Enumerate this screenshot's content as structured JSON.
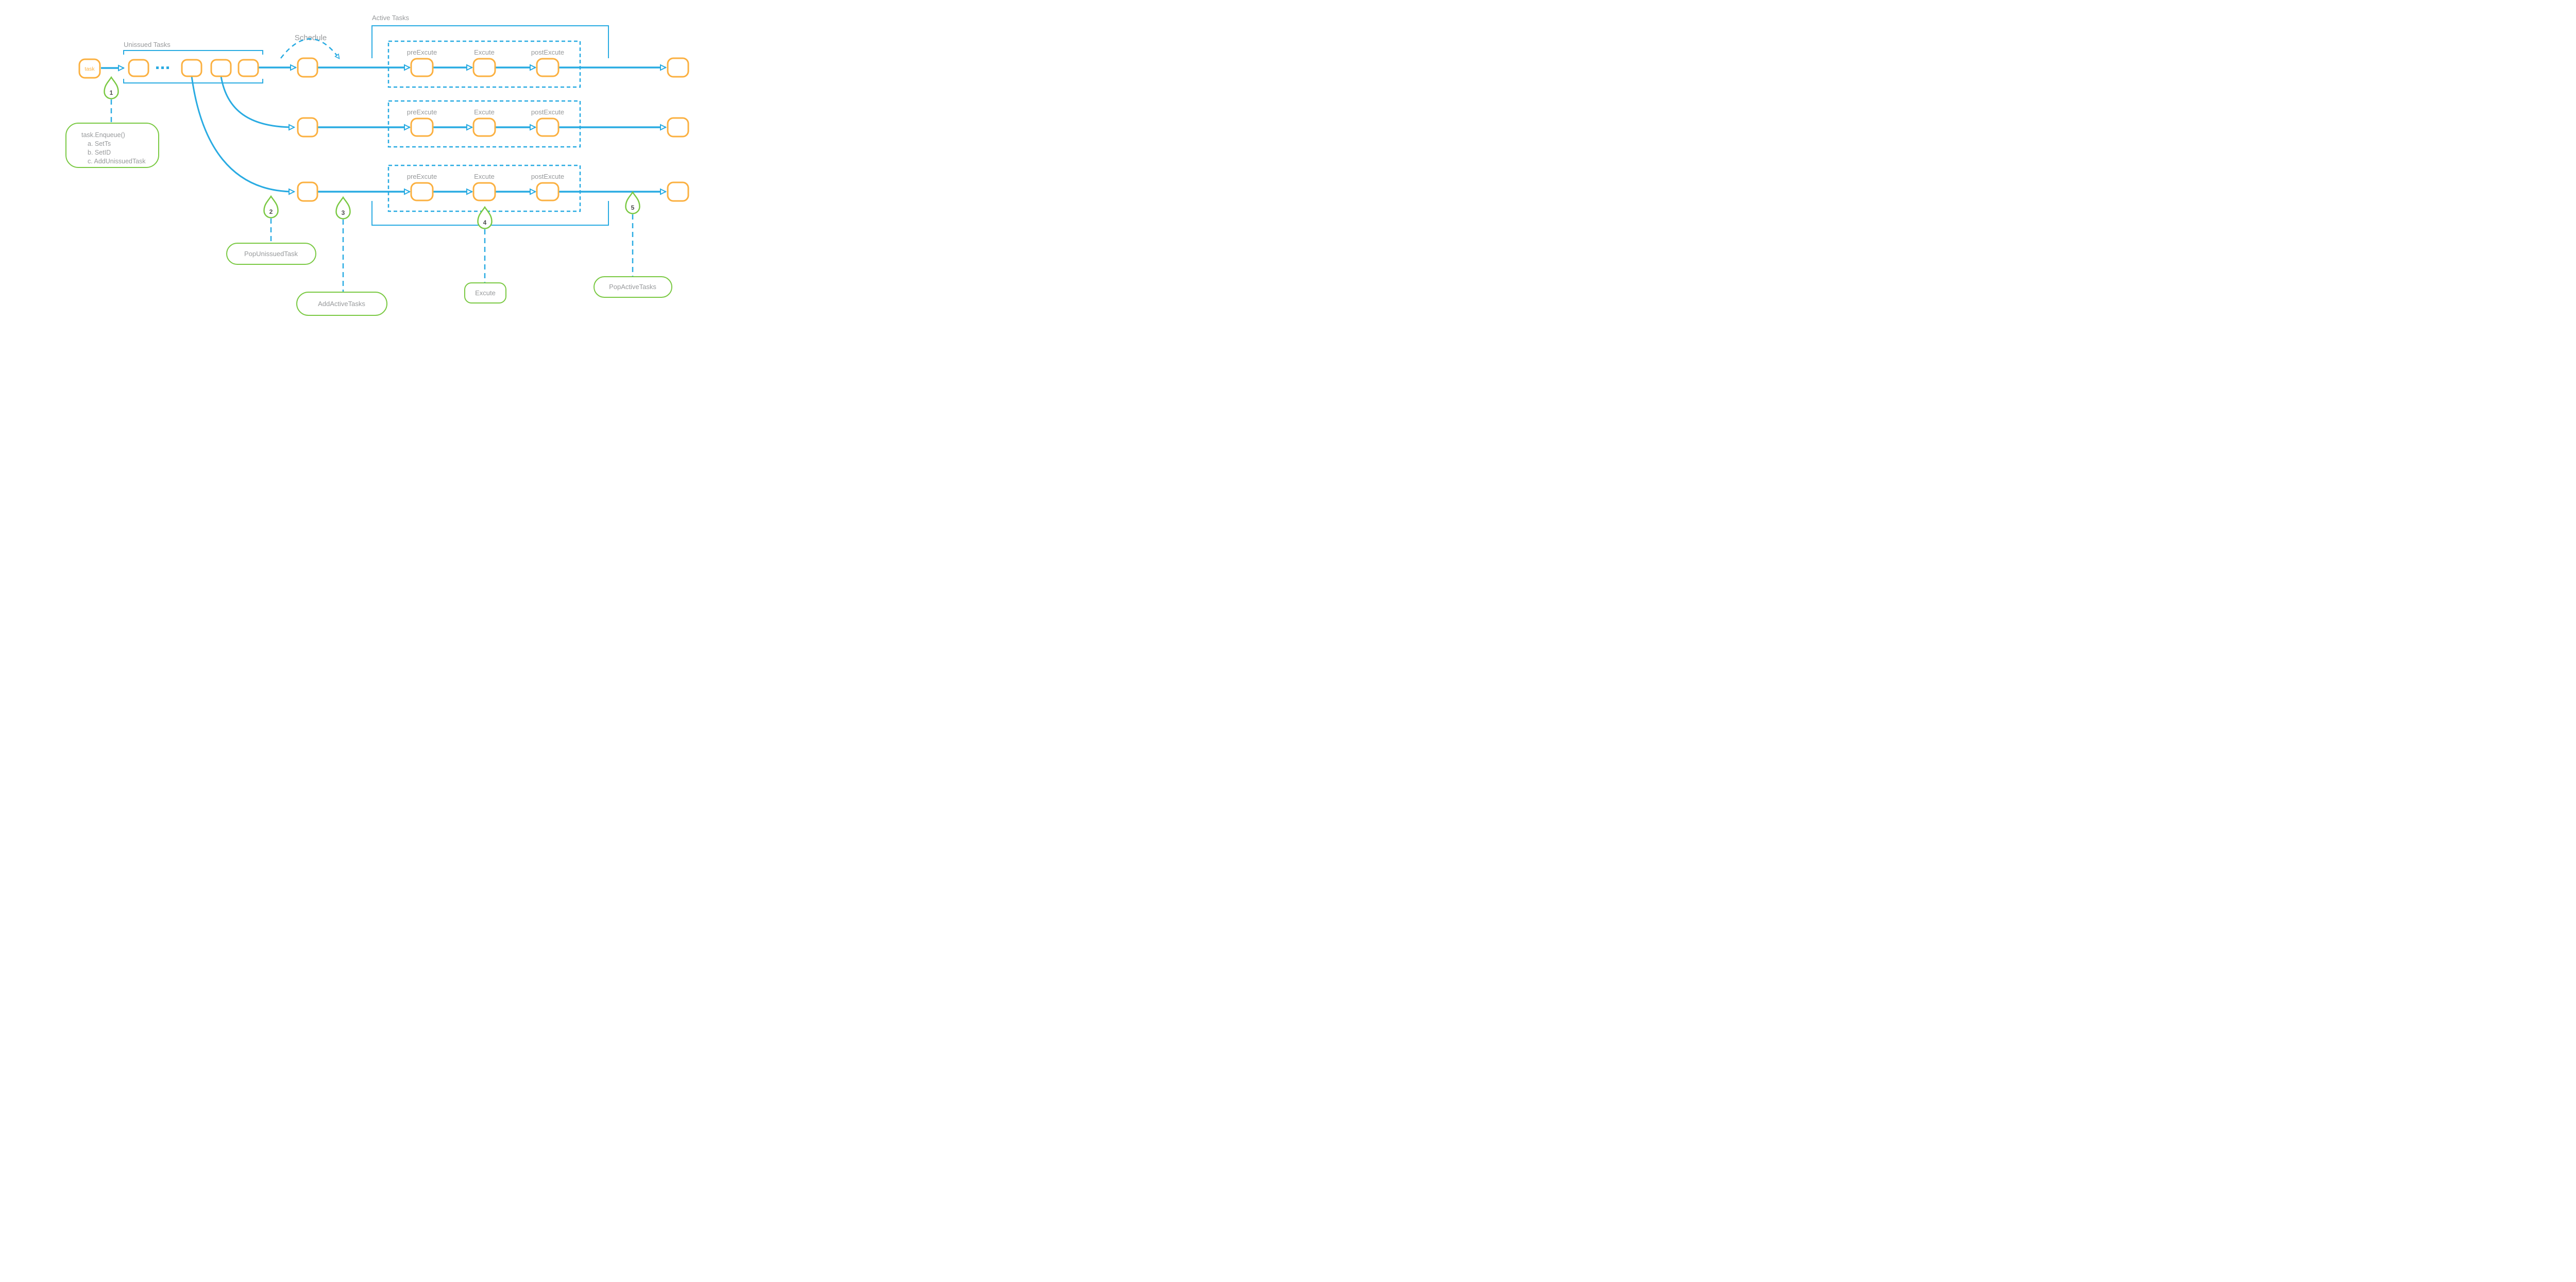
{
  "diagram": {
    "section_labels": {
      "unissued_tasks": "Unissued Tasks",
      "schedule": "Schedule",
      "active_tasks": "Active Tasks"
    },
    "task_node_label": "task",
    "stage_labels": {
      "pre": "preExcute",
      "exec": "Excute",
      "post": "postExcute"
    },
    "markers": [
      {
        "n": "1",
        "note_lines": [
          "task.Enqueue()",
          "a. SetTs",
          "b. SetID",
          "c. AddUnissuedTask"
        ]
      },
      {
        "n": "2",
        "label": "PopUnissuedTask"
      },
      {
        "n": "3",
        "label": "AddActiveTasks"
      },
      {
        "n": "4",
        "label": "Excute"
      },
      {
        "n": "5",
        "label": "PopActiveTasks"
      }
    ],
    "colors": {
      "flow_blue": "#29ABE2",
      "node_orange": "#FBB040",
      "annotation_green": "#7AC943",
      "label_gray": "#97999B",
      "number_dark": "#4D4D4D"
    }
  }
}
